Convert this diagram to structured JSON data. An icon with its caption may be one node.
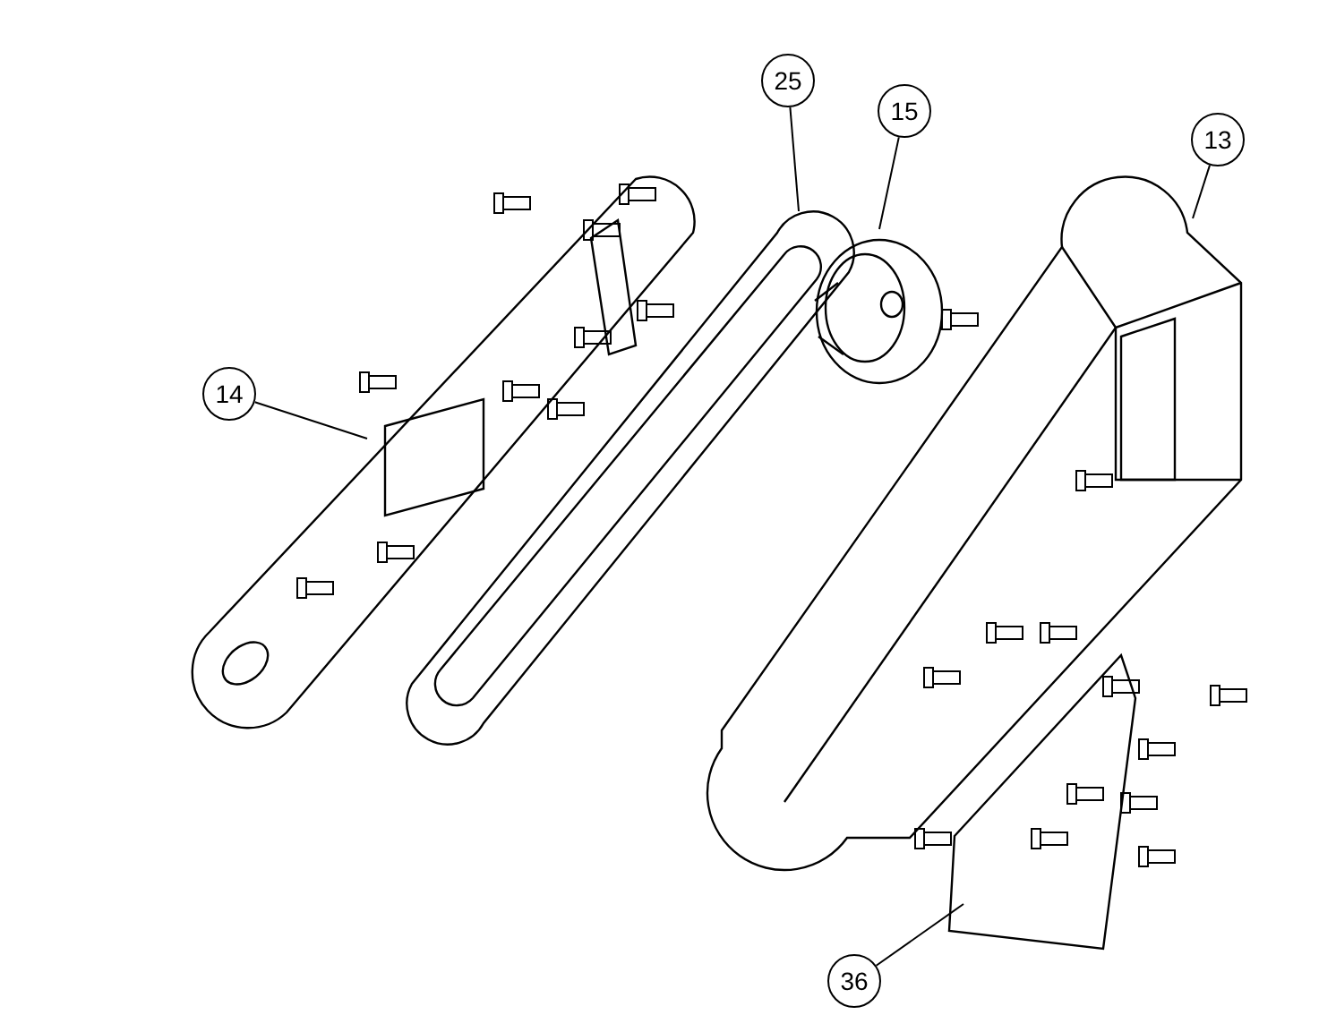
{
  "diagram": {
    "nodes": [
      {
        "text": [
          "25"
        ]
      },
      {
        "text": [
          "15"
        ]
      },
      {
        "text": [
          "13"
        ]
      },
      {
        "text": [
          "14"
        ]
      },
      {
        "text": [
          "36"
        ]
      },
      {
        "text": [],
        "shape": "picture"
      },
      {
        "text": [],
        "shape": "picture"
      },
      {
        "text": [],
        "shape": "picture"
      },
      {
        "text": [],
        "shape": "picture"
      },
      {
        "text": [],
        "shape": "picture"
      }
    ],
    "edges": [
      {
        "from": 0,
        "to": 5,
        "arrow": "none"
      },
      {
        "from": 1,
        "to": 6,
        "arrow": "none"
      },
      {
        "from": 2,
        "to": 7,
        "arrow": "none"
      },
      {
        "from": 3,
        "to": 8,
        "arrow": "none"
      },
      {
        "from": 4,
        "to": 9,
        "arrow": "none"
      }
    ]
  }
}
